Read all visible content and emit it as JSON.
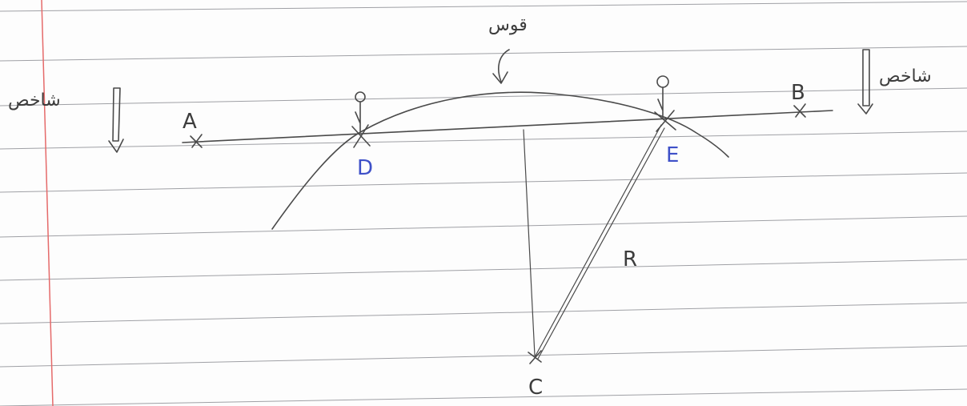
{
  "labels": {
    "point_a": "A",
    "point_b": "B",
    "point_c": "C",
    "point_d": "D",
    "point_e": "E",
    "radius": "R",
    "arc_note": "قوس",
    "left_note": "شاخص",
    "right_note": "شاخص"
  },
  "colors": {
    "ink": "#4a4a4a",
    "blue_ink": "#3e50c8",
    "margin": "#e56a6a",
    "ruling": "#9fa0a5",
    "paper": "#fdfdfd"
  }
}
